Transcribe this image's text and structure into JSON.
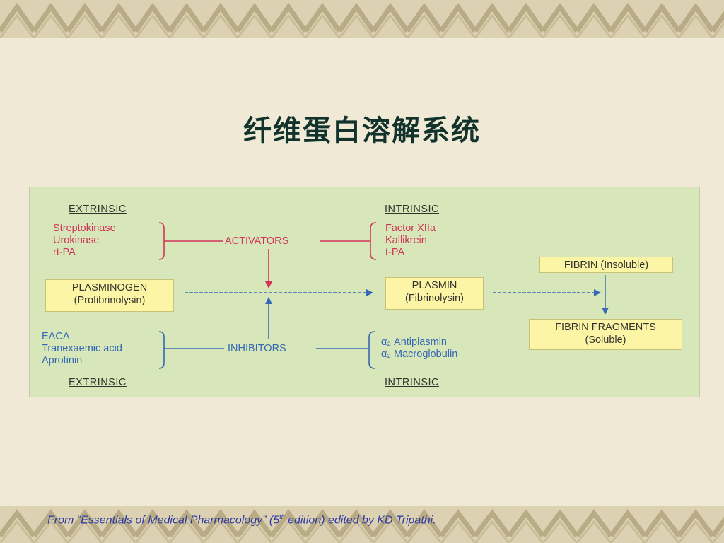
{
  "slide": {
    "title": "纤维蛋白溶解系统",
    "citation": {
      "prefix": "From “Essentials of Medical Pharmacology” (5",
      "superscript": "th",
      "suffix": " edition) edited by KD Tripathi."
    }
  },
  "diagram": {
    "headers": {
      "top_left": "EXTRINSIC",
      "top_right": "INTRINSIC",
      "bottom_left": "EXTRINSIC",
      "bottom_right": "INTRINSIC"
    },
    "extrinsic_activators": [
      "Streptokinase",
      "Urokinase",
      "rt-PA"
    ],
    "intrinsic_activators": [
      "Factor XIIa",
      "Kallikrein",
      "t-PA"
    ],
    "activators_label": "ACTIVATORS",
    "inhibitors_label": "INHIBITORS",
    "extrinsic_inhibitors": [
      "EACA",
      "Tranexaemic acid",
      "Aprotinin"
    ],
    "intrinsic_inhibitors": [
      "α₂ Antiplasmin",
      "α₂ Macroglobulin"
    ],
    "plasminogen": {
      "name": "PLASMINOGEN",
      "alias": "(Profibrinolysin)"
    },
    "plasmin": {
      "name": "PLASMIN",
      "alias": "(Fibrinolysin)"
    },
    "fibrin": "FIBRIN (Insoluble)",
    "fibrin_fragments": {
      "name": "FIBRIN FRAGMENTS",
      "note": "(Soluble)"
    },
    "colors": {
      "activator": "#d2345a",
      "inhibitor": "#3668b4",
      "flow": "#3668b4",
      "box": "#fcf5a6",
      "panel": "#d8e7b9"
    }
  }
}
